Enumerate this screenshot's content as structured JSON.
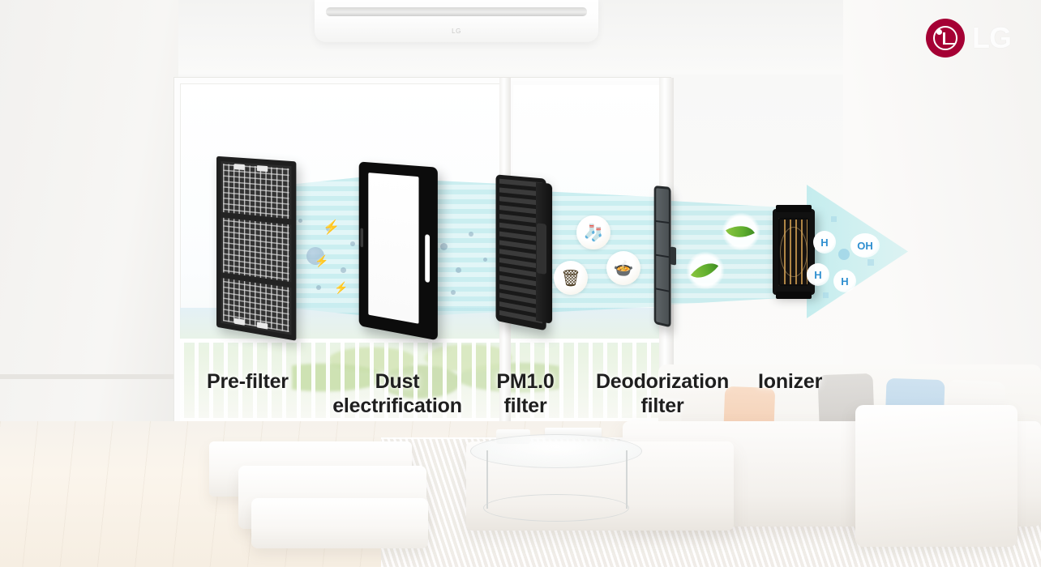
{
  "brand": {
    "logo_mark": "lg-circle-face-logo",
    "wordmark": "LG",
    "logo_color": "#a50034",
    "wordmark_color": "#ffffff"
  },
  "scene": {
    "name": "living-room-air-purification-diagram",
    "ac_unit_label": "LG",
    "airflow_color": "#ace4e8",
    "background_color": "#fbfbfa"
  },
  "labels": [
    {
      "id": "pre-filter",
      "text": "Pre-filter"
    },
    {
      "id": "dust-electrification",
      "text": "Dust\nelectrification"
    },
    {
      "id": "pm10-filter",
      "text": "PM1.0\nfilter"
    },
    {
      "id": "deodorization-filter",
      "text": "Deodorization\nfilter"
    },
    {
      "id": "ionizer",
      "text": "Ionizer"
    }
  ],
  "stages": [
    {
      "id": "pre-filter",
      "part": "black-mesh-grid-panel",
      "label": "Pre-filter"
    },
    {
      "id": "dust-electrification",
      "part": "black-frame-plate",
      "label": "Dust electrification"
    },
    {
      "id": "pm10-filter",
      "part": "black-pleated-cartridge",
      "label": "PM1.0 filter"
    },
    {
      "id": "deodorization-filter",
      "part": "thin-gray-panel",
      "label": "Deodorization filter"
    },
    {
      "id": "ionizer",
      "part": "black-ionizer-module",
      "label": "Ionizer"
    }
  ],
  "effects": {
    "electrification_color": "#c0273c",
    "bolt_glyph": "⚡",
    "odor_icons": [
      {
        "id": "sock-odor-icon",
        "glyph": "🧦"
      },
      {
        "id": "garbage-odor-icon",
        "glyph": "🗑"
      },
      {
        "id": "cooking-odor-icon",
        "glyph": "🍲"
      }
    ],
    "leaf_icon": "leaf-icon",
    "leaf_color": "#5fae2e",
    "ion_bubbles": [
      {
        "id": "ion-h-1",
        "text": "H"
      },
      {
        "id": "ion-oh-1",
        "text": "OH"
      },
      {
        "id": "ion-h-2",
        "text": "H"
      },
      {
        "id": "ion-h-3",
        "text": "H"
      }
    ],
    "ion_text_color": "#2f8fd0"
  }
}
